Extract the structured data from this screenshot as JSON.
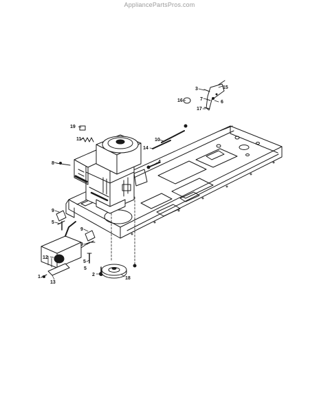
{
  "watermark": "AppliancePartsPros.com",
  "callouts": [
    {
      "id": "c1",
      "text": "1"
    },
    {
      "id": "c2",
      "text": "2"
    },
    {
      "id": "c3",
      "text": "3"
    },
    {
      "id": "c4",
      "text": "4"
    },
    {
      "id": "c5a",
      "text": "5"
    },
    {
      "id": "c5b",
      "text": "5"
    },
    {
      "id": "c5c",
      "text": "5"
    },
    {
      "id": "c6",
      "text": "6"
    },
    {
      "id": "c7",
      "text": "7"
    },
    {
      "id": "c8",
      "text": "8"
    },
    {
      "id": "c9a",
      "text": "9"
    },
    {
      "id": "c9b",
      "text": "9"
    },
    {
      "id": "c9c",
      "text": "9"
    },
    {
      "id": "c10",
      "text": "10"
    },
    {
      "id": "c11",
      "text": "11"
    },
    {
      "id": "c12",
      "text": "12"
    },
    {
      "id": "c13",
      "text": "13"
    },
    {
      "id": "c14",
      "text": "14"
    },
    {
      "id": "c15",
      "text": "15"
    },
    {
      "id": "c16",
      "text": "16"
    },
    {
      "id": "c17",
      "text": "17"
    },
    {
      "id": "c18",
      "text": "18"
    },
    {
      "id": "c19",
      "text": "19"
    }
  ]
}
